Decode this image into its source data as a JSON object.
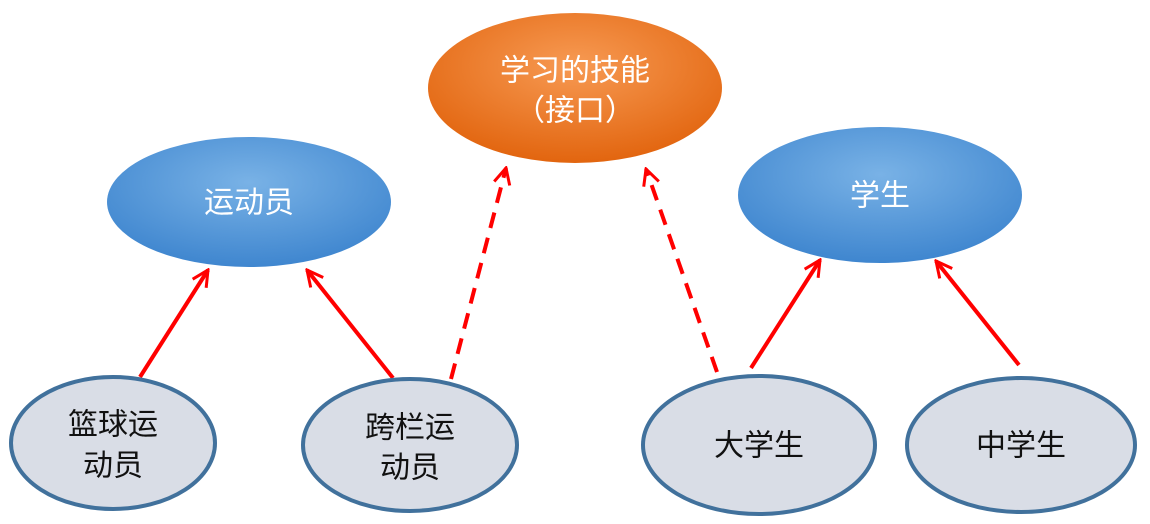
{
  "diagram": {
    "interface_node": {
      "line1": "学习的技能",
      "line2": "（接口）"
    },
    "athlete_node": {
      "label": "运动员"
    },
    "student_node": {
      "label": "学生"
    },
    "basketball_node": {
      "line1": "篮球运",
      "line2": "动员"
    },
    "hurdler_node": {
      "line1": "跨栏运",
      "line2": "动员"
    },
    "college_node": {
      "label": "大学生"
    },
    "middle_school_node": {
      "label": "中学生"
    },
    "colors": {
      "inheritance_arrow": "#ff0000",
      "interface_fill": "#ed7d31",
      "class_fill": "#5b9bd5",
      "leaf_fill": "#d9dde6",
      "leaf_stroke": "#41719c"
    }
  }
}
